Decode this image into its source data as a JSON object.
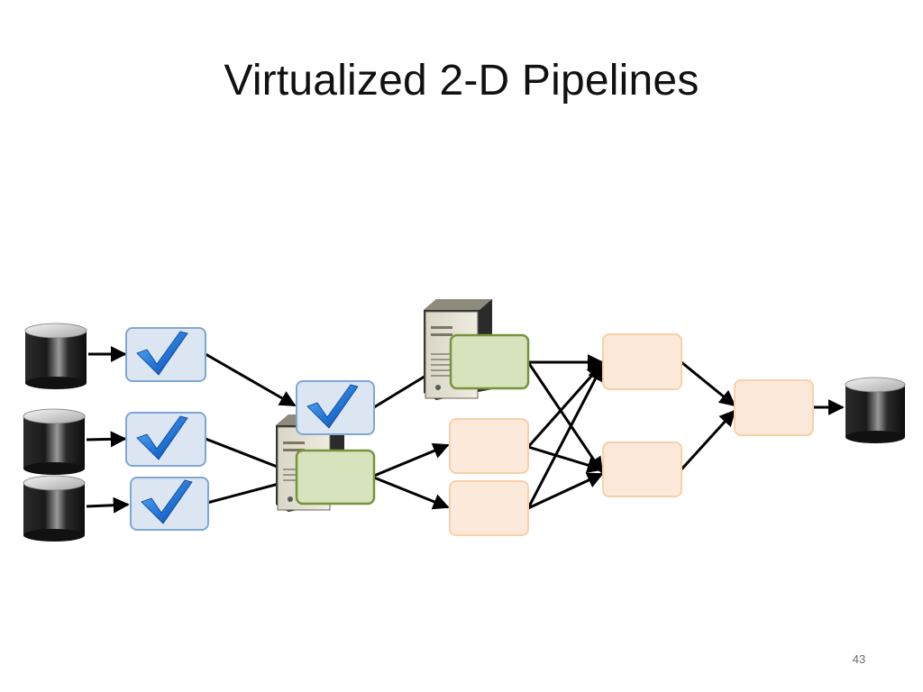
{
  "slide": {
    "title": "Virtualized 2-D Pipelines",
    "page_number": "43"
  },
  "colors": {
    "validated_box_fill": "#dce6f2",
    "validated_box_stroke": "#7fa7d3",
    "compute_box_fill": "#d6e3bc",
    "compute_box_stroke": "#77933c",
    "pending_box_fill": "#fde9d9",
    "pending_box_stroke": "#f9cfa8",
    "arrow": "#000000",
    "checkmark": "#1f6fd1"
  },
  "icons": {
    "database": "database-cylinder-icon",
    "server": "server-tower-icon",
    "check": "checkmark-icon"
  },
  "diagram": {
    "node_roles": [
      "input-database",
      "validated-stage",
      "compute-stage",
      "pending-stage",
      "output-database"
    ]
  }
}
